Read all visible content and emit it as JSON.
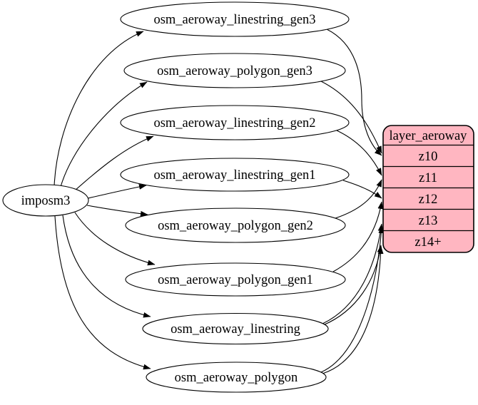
{
  "source": "imposm3",
  "tables": [
    "osm_aeroway_linestring_gen3",
    "osm_aeroway_polygon_gen3",
    "osm_aeroway_linestring_gen2",
    "osm_aeroway_linestring_gen1",
    "osm_aeroway_polygon_gen2",
    "osm_aeroway_polygon_gen1",
    "osm_aeroway_linestring",
    "osm_aeroway_polygon"
  ],
  "layer": {
    "title": "layer_aeroway",
    "rows": [
      "z10",
      "z11",
      "z12",
      "z13",
      "z14+"
    ],
    "fill": "#ffb6c1"
  },
  "colors": {
    "edge": "#000000",
    "table_fill": "#ffffff",
    "border": "#000000"
  },
  "edges": [
    {
      "from": "imposm3",
      "to": "osm_aeroway_linestring_gen3"
    },
    {
      "from": "imposm3",
      "to": "osm_aeroway_polygon_gen3"
    },
    {
      "from": "imposm3",
      "to": "osm_aeroway_linestring_gen2"
    },
    {
      "from": "imposm3",
      "to": "osm_aeroway_linestring_gen1"
    },
    {
      "from": "imposm3",
      "to": "osm_aeroway_polygon_gen2"
    },
    {
      "from": "imposm3",
      "to": "osm_aeroway_polygon_gen1"
    },
    {
      "from": "imposm3",
      "to": "osm_aeroway_linestring"
    },
    {
      "from": "imposm3",
      "to": "osm_aeroway_polygon"
    },
    {
      "from": "osm_aeroway_linestring_gen3",
      "to": "layer_aeroway.z10"
    },
    {
      "from": "osm_aeroway_polygon_gen3",
      "to": "layer_aeroway.z10"
    },
    {
      "from": "osm_aeroway_linestring_gen2",
      "to": "layer_aeroway.z11"
    },
    {
      "from": "osm_aeroway_polygon_gen2",
      "to": "layer_aeroway.z11"
    },
    {
      "from": "osm_aeroway_linestring_gen1",
      "to": "layer_aeroway.z12"
    },
    {
      "from": "osm_aeroway_polygon_gen1",
      "to": "layer_aeroway.z12"
    },
    {
      "from": "osm_aeroway_linestring",
      "to": "layer_aeroway.z13"
    },
    {
      "from": "osm_aeroway_linestring",
      "to": "layer_aeroway.z14+"
    },
    {
      "from": "osm_aeroway_polygon",
      "to": "layer_aeroway.z13"
    },
    {
      "from": "osm_aeroway_polygon",
      "to": "layer_aeroway.z14+"
    }
  ]
}
